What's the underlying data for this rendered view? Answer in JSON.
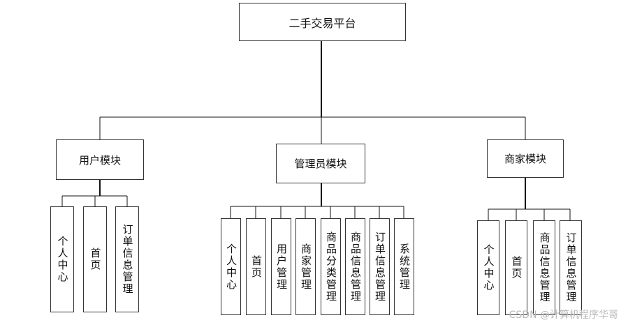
{
  "root": {
    "label": "二手交易平台"
  },
  "modules": [
    {
      "label": "用户模块",
      "children": [
        "个人中心",
        "首页",
        "订单信息管理"
      ]
    },
    {
      "label": "管理员模块",
      "children": [
        "个人中心",
        "首页",
        "用户管理",
        "商家管理",
        "商品分类管理",
        "商品信息管理",
        "订单信息管理",
        "系统管理"
      ]
    },
    {
      "label": "商家模块",
      "children": [
        "个人中心",
        "首页",
        "商品信息管理",
        "订单信息管理"
      ]
    }
  ],
  "watermark": "CSDN @计算机程序华哥"
}
